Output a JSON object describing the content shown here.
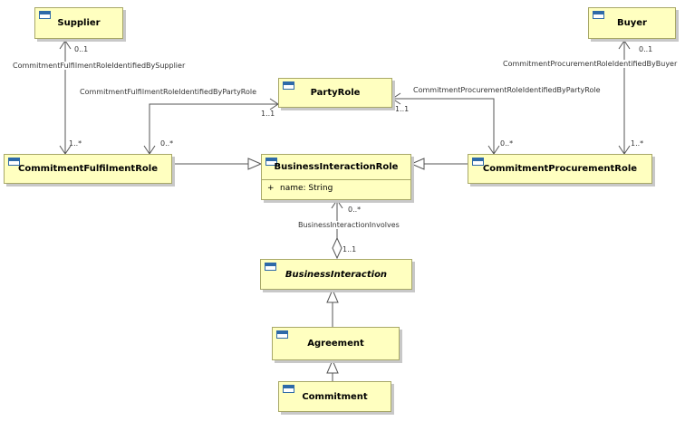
{
  "classes": {
    "supplier": "Supplier",
    "buyer": "Buyer",
    "party_role": "PartyRole",
    "commitment_fulfilment_role": "CommitmentFulfilmentRole",
    "business_interaction_role": "BusinessInteractionRole",
    "commitment_procurement_role": "CommitmentProcurementRole",
    "business_interaction": "BusinessInteraction",
    "agreement": "Agreement",
    "commitment": "Commitment"
  },
  "attributes": {
    "business_interaction_role": [
      {
        "visibility": "+",
        "text": "name: String"
      }
    ]
  },
  "associations": {
    "fulfilment_supplier": {
      "name": "CommitmentFulfilmentRoleIdentifiedBySupplier",
      "source_mult": "0..1",
      "target_mult": "1..*"
    },
    "procurement_buyer": {
      "name": "CommitmentProcurementRoleIdentifiedByBuyer",
      "source_mult": "0..1",
      "target_mult": "1..*"
    },
    "fulfilment_party": {
      "name": "CommitmentFulfilmentRoleIdentifiedByPartyRole",
      "party_mult": "1..1",
      "role_mult": "0..*"
    },
    "procurement_party": {
      "name": "CommitmentProcurementRoleIdentifiedByPartyRole",
      "party_mult": "1..1",
      "role_mult": "0..*"
    },
    "interaction_involves": {
      "name": "BusinessInteractionInvolves",
      "role_mult": "0..*",
      "interaction_mult": "1..1"
    }
  },
  "colors": {
    "class_fill": "#ffffc0",
    "class_border": "#a8a868",
    "line": "#555555",
    "icon": "#2e6aa8"
  }
}
